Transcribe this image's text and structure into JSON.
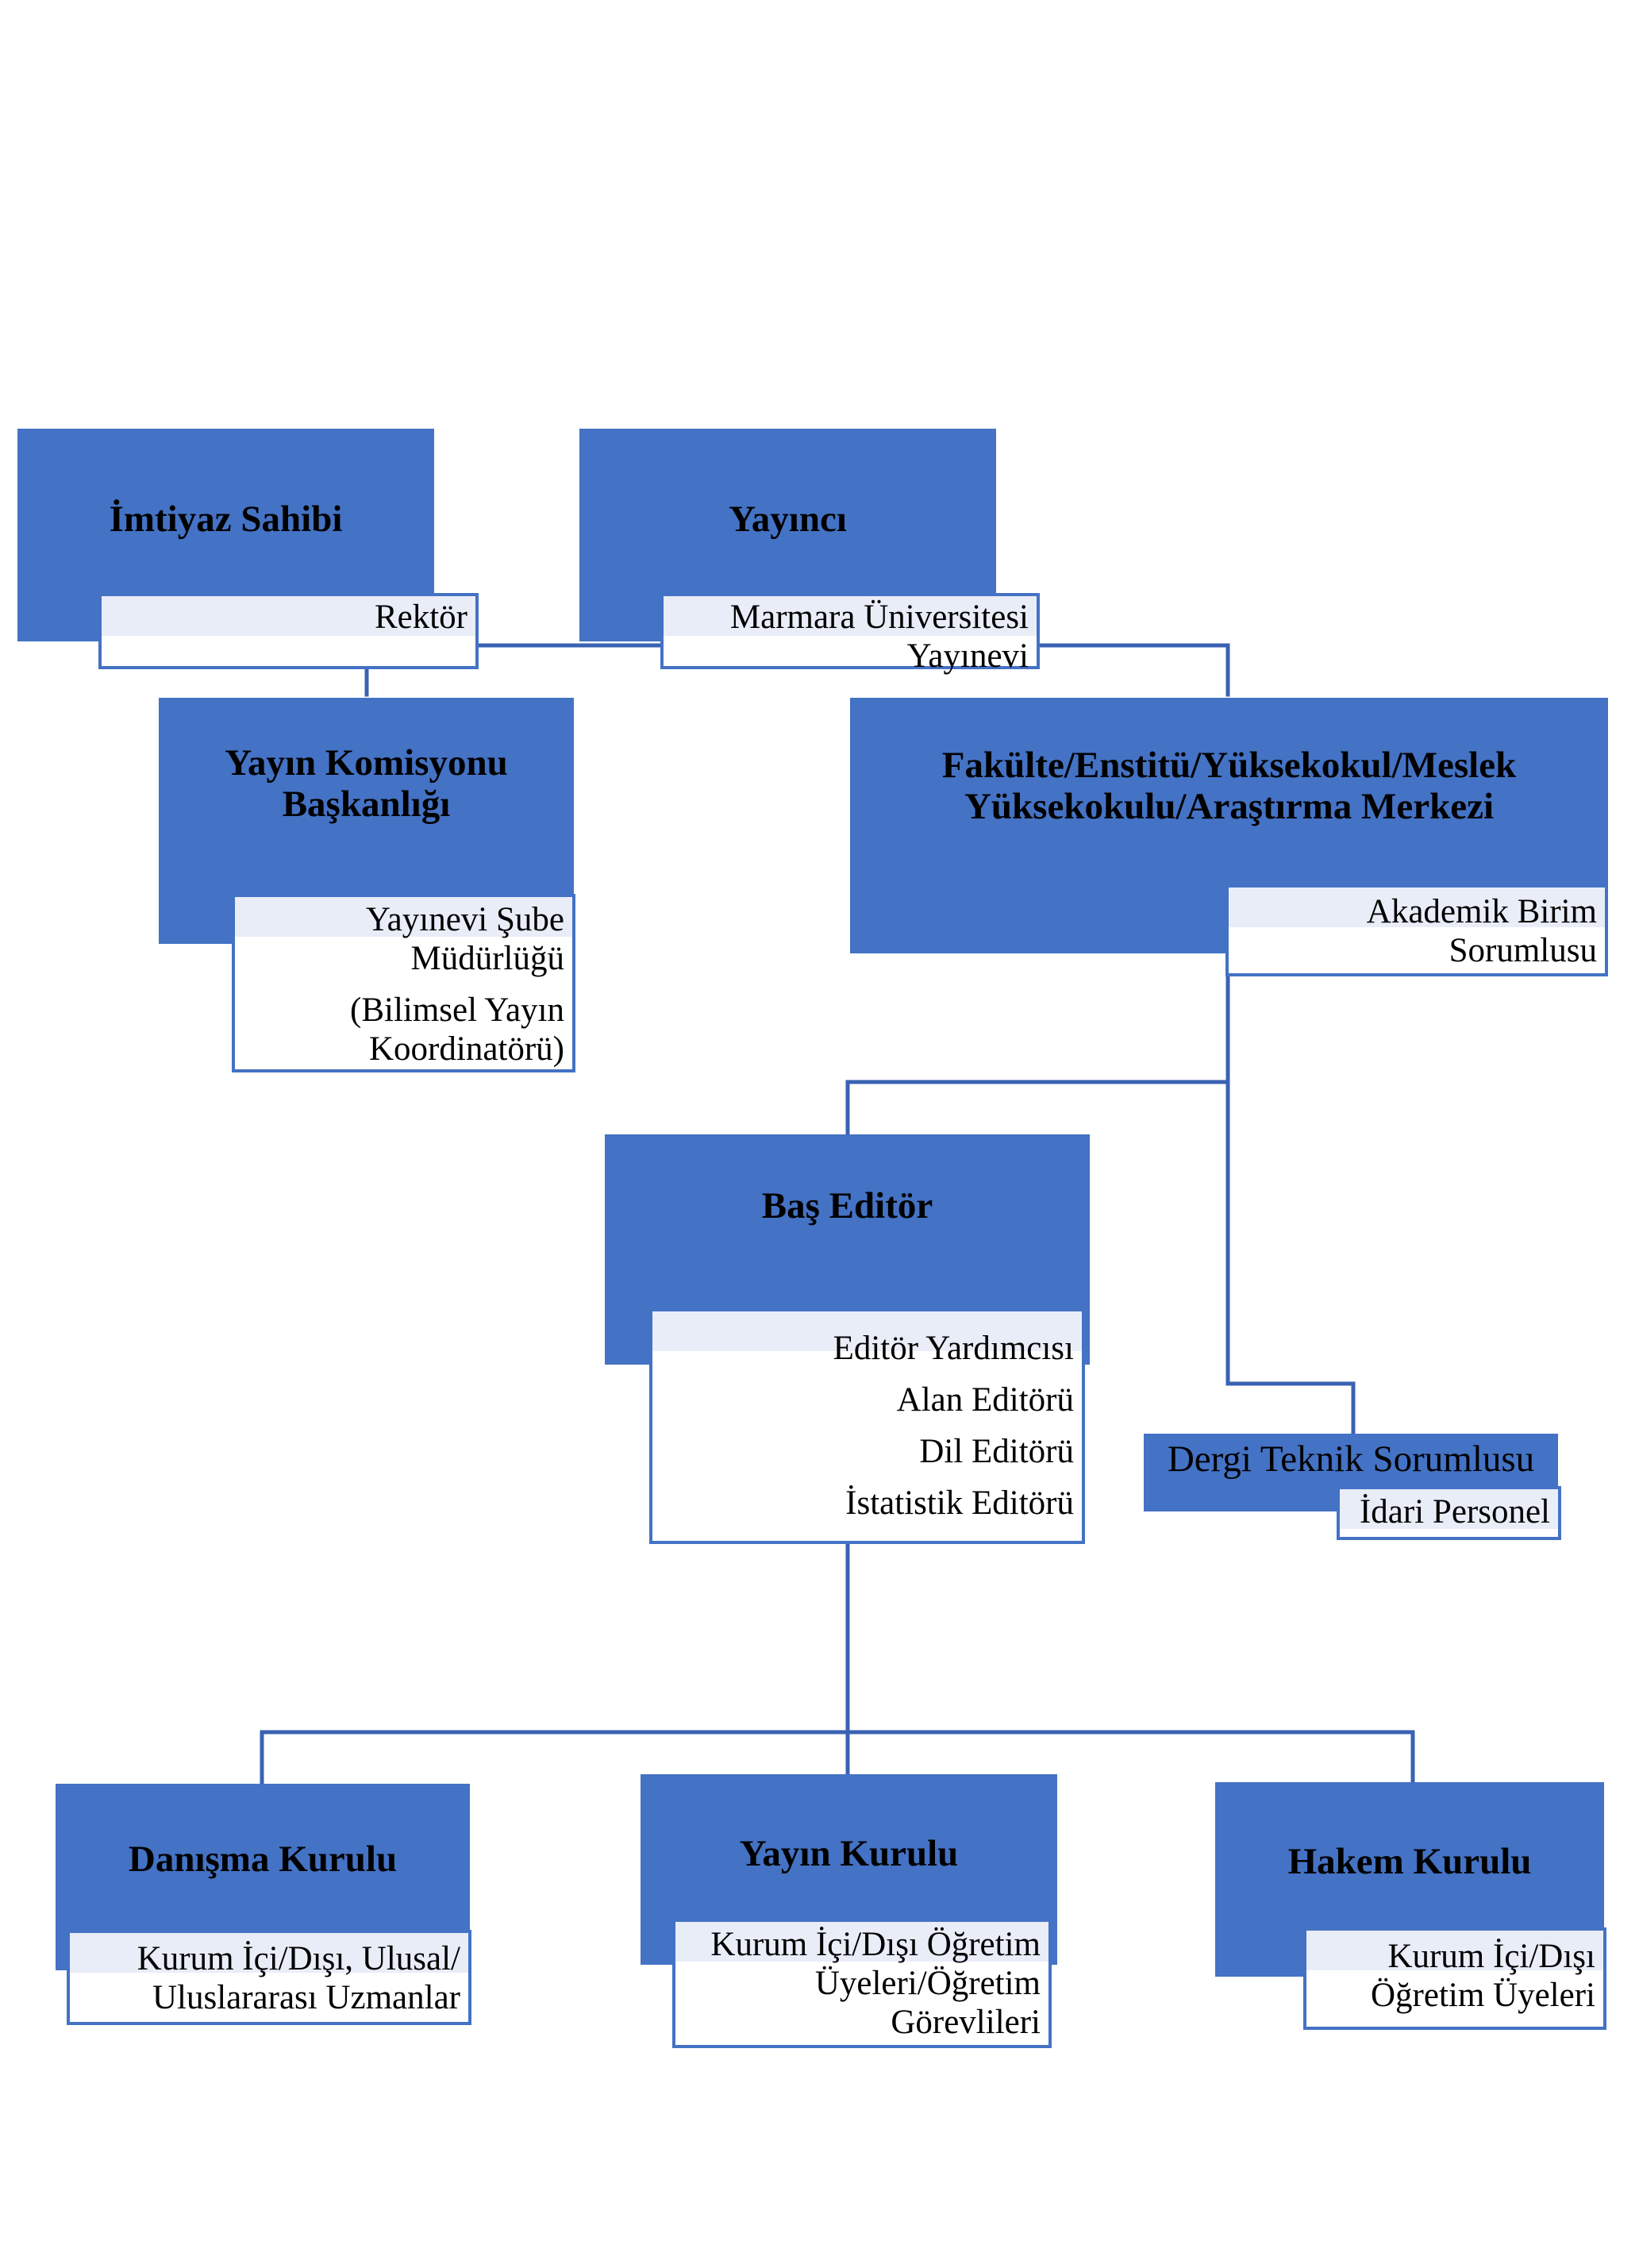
{
  "nodes": {
    "imtiyaz": {
      "title": [
        "İmtiyaz Sahibi"
      ],
      "sub": [
        "Rektör"
      ]
    },
    "yayinci": {
      "title": [
        "Yayıncı"
      ],
      "sub": [
        "Marmara Üniversitesi",
        "Yayınevi"
      ]
    },
    "komisyon": {
      "title": [
        "Yayın Komisyonu",
        "Başkanlığı"
      ],
      "sub": [
        "Yayınevi Şube",
        "Müdürlüğü",
        "(Bilimsel Yayın",
        "Koordinatörü)"
      ]
    },
    "fakulte": {
      "title": [
        "Fakülte/Enstitü/Yüksekokul/Meslek",
        "Yüksekokulu/Araştırma Merkezi"
      ],
      "sub": [
        "Akademik Birim",
        "Sorumlusu"
      ]
    },
    "bas_editor": {
      "title": [
        "Baş Editör"
      ],
      "sub": [
        "Editör Yardımcısı",
        "Alan Editörü",
        "Dil Editörü",
        "İstatistik Editörü"
      ]
    },
    "dergi_teknik": {
      "title": [
        "Dergi Teknik Sorumlusu"
      ],
      "sub": [
        "İdari Personel"
      ]
    },
    "danisma": {
      "title": [
        "Danışma Kurulu"
      ],
      "sub": [
        "Kurum İçi/Dışı, Ulusal/",
        "Uluslararası Uzmanlar"
      ]
    },
    "yayin_kurulu": {
      "title": [
        "Yayın Kurulu"
      ],
      "sub": [
        "Kurum İçi/Dışı Öğretim",
        "Üyeleri/Öğretim",
        "Görevlileri"
      ]
    },
    "hakem": {
      "title": [
        "Hakem Kurulu"
      ],
      "sub": [
        "Kurum İçi/Dışı",
        "Öğretim Üyeleri"
      ]
    }
  },
  "colors": {
    "box_fill": "#4472C4",
    "line": "#3A62B3",
    "sub_band": "#E9EDF8"
  }
}
